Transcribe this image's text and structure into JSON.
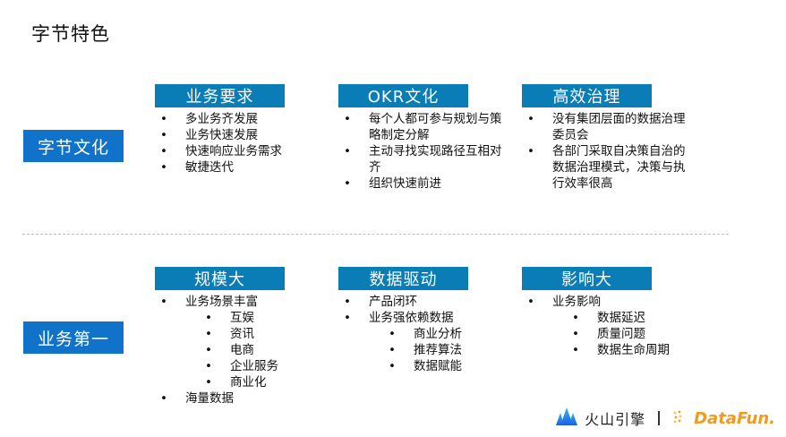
{
  "title": "字节特色",
  "rows": [
    {
      "label": "字节文化",
      "columns": [
        {
          "header": "业务要求",
          "items": [
            {
              "level": 1,
              "text": "多业务齐发展"
            },
            {
              "level": 1,
              "text": "业务快速发展"
            },
            {
              "level": 1,
              "text": "快速响应业务需求"
            },
            {
              "level": 1,
              "text": "敏捷迭代"
            }
          ]
        },
        {
          "header": "OKR文化",
          "items": [
            {
              "level": 1,
              "text": "每个人都可参与规划与策略制定分解"
            },
            {
              "level": 1,
              "text": "主动寻找实现路径互相对齐"
            },
            {
              "level": 1,
              "text": "组织快速前进"
            }
          ]
        },
        {
          "header": "高效治理",
          "items": [
            {
              "level": 1,
              "text": "没有集团层面的数据治理委员会"
            },
            {
              "level": 1,
              "text": "各部门采取自决策自治的数据治理模式，决策与执行效率很高"
            }
          ]
        }
      ]
    },
    {
      "label": "业务第一",
      "columns": [
        {
          "header": "规模大",
          "items": [
            {
              "level": 1,
              "text": "业务场景丰富"
            },
            {
              "level": 2,
              "text": "互娱"
            },
            {
              "level": 2,
              "text": "资讯"
            },
            {
              "level": 2,
              "text": "电商"
            },
            {
              "level": 2,
              "text": "企业服务"
            },
            {
              "level": 2,
              "text": "商业化"
            },
            {
              "level": 1,
              "text": "海量数据"
            }
          ]
        },
        {
          "header": "数据驱动",
          "items": [
            {
              "level": 1,
              "text": "产品闭环"
            },
            {
              "level": 1,
              "text": "业务强依赖数据"
            },
            {
              "level": 2,
              "text": "商业分析"
            },
            {
              "level": 2,
              "text": "推荐算法"
            },
            {
              "level": 2,
              "text": "数据赋能"
            }
          ]
        },
        {
          "header": "影响大",
          "items": [
            {
              "level": 1,
              "text": "业务影响"
            },
            {
              "level": 2,
              "text": "数据延迟"
            },
            {
              "level": 2,
              "text": "质量问题"
            },
            {
              "level": 2,
              "text": "数据生命周期"
            }
          ]
        }
      ]
    }
  ],
  "footer": {
    "brand1": "火山引擎",
    "brand2": "DataFun.",
    "brand1_icon": "volcano-mountain-icon",
    "brand2_icon": "dots-icon"
  },
  "colors": {
    "row_label": "#1072c8",
    "col_header": "#0b7db6",
    "datafun": "#f29a1f"
  }
}
